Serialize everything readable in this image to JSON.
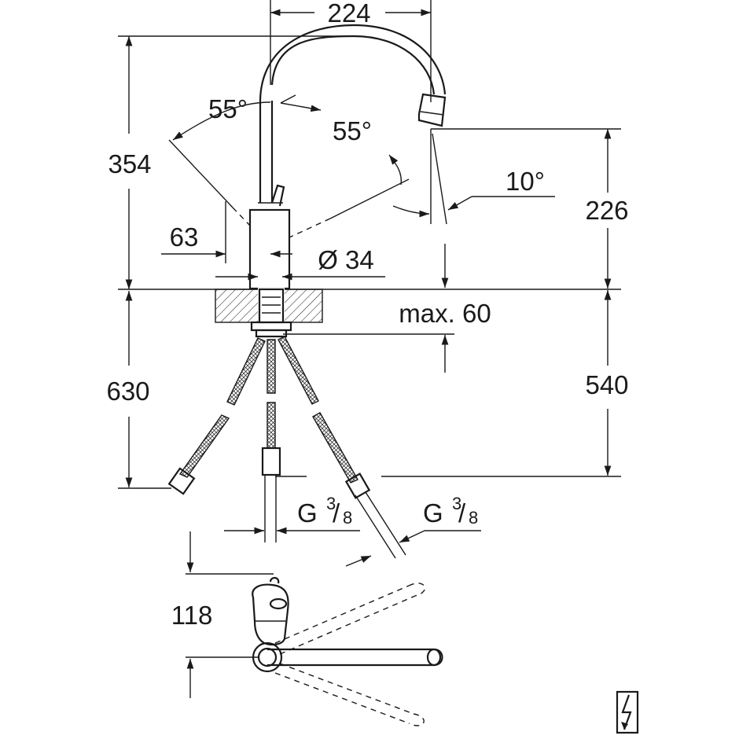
{
  "dimensions": {
    "spout_reach": "224",
    "total_height": "354",
    "swivel_angle_left": "55°",
    "swivel_angle_right": "55°",
    "spout_tilt_angle": "10°",
    "spout_outlet_height": "226",
    "base_offset": "63",
    "base_diameter": "Ø 34",
    "max_deck_thickness": "max. 60",
    "hose_length_total": "630",
    "hose_length_below": "540",
    "connection_left": "G 3/8",
    "connection_right": "G 3/8",
    "lever_depth": "118"
  },
  "connection_thread": {
    "prefix": "G",
    "numerator": "3",
    "slash": "/",
    "denominator": "8"
  },
  "symbols": {
    "electric_icon": "lightning-bolt-icon"
  }
}
